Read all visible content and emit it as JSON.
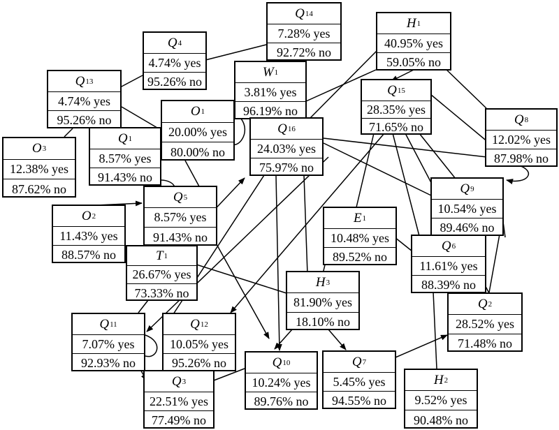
{
  "nodes": {
    "q14": {
      "name": "Q",
      "sub": "14",
      "yes": "7.28% yes",
      "no": "92.72% no"
    },
    "q4": {
      "name": "Q",
      "sub": "4",
      "yes": "4.74% yes",
      "no": "95.26% no"
    },
    "h1": {
      "name": "H",
      "sub": "1",
      "yes": "40.95% yes",
      "no": "59.05% no"
    },
    "q13": {
      "name": "Q",
      "sub": "13",
      "yes": "4.74% yes",
      "no": "95.26% no"
    },
    "w1": {
      "name": "W",
      "sub": "1",
      "yes": "3.81% yes",
      "no": "96.19% no"
    },
    "q15": {
      "name": "Q",
      "sub": "15",
      "yes": "28.35% yes",
      "no": "71.65% no"
    },
    "o1": {
      "name": "O",
      "sub": "1",
      "yes": "20.00% yes",
      "no": "80.00% no"
    },
    "q16": {
      "name": "Q",
      "sub": "16",
      "yes": "24.03% yes",
      "no": "75.97% no"
    },
    "q8": {
      "name": "Q",
      "sub": "8",
      "yes": "12.02% yes",
      "no": "87.98% no"
    },
    "o3": {
      "name": "O",
      "sub": "3",
      "yes": "12.38% yes",
      "no": "87.62% no"
    },
    "q1": {
      "name": "Q",
      "sub": "1",
      "yes": "8.57% yes",
      "no": "91.43% no"
    },
    "q9": {
      "name": "Q",
      "sub": "9",
      "yes": "10.54% yes",
      "no": "89.46% no"
    },
    "q5": {
      "name": "Q",
      "sub": "5",
      "yes": "8.57% yes",
      "no": "91.43% no"
    },
    "o2": {
      "name": "O",
      "sub": "2",
      "yes": "11.43% yes",
      "no": "88.57% no"
    },
    "e1": {
      "name": "E",
      "sub": "1",
      "yes": "10.48% yes",
      "no": "89.52% no"
    },
    "q6": {
      "name": "Q",
      "sub": "6",
      "yes": "11.61% yes",
      "no": "88.39% no"
    },
    "t1": {
      "name": "T",
      "sub": "1",
      "yes": "26.67% yes",
      "no": "73.33% no"
    },
    "h3": {
      "name": "H",
      "sub": "3",
      "yes": "81.90% yes",
      "no": "18.10% no"
    },
    "q2": {
      "name": "Q",
      "sub": "2",
      "yes": "28.52% yes",
      "no": "71.48% no"
    },
    "q11": {
      "name": "Q",
      "sub": "11",
      "yes": "7.07% yes",
      "no": "92.93% no"
    },
    "q12": {
      "name": "Q",
      "sub": "12",
      "yes": "10.05% yes",
      "no": "95.26% no"
    },
    "q10": {
      "name": "Q",
      "sub": "10",
      "yes": "10.24% yes",
      "no": "89.76% no"
    },
    "q7": {
      "name": "Q",
      "sub": "7",
      "yes": "5.45% yes",
      "no": "94.55% no"
    },
    "h2": {
      "name": "H",
      "sub": "2",
      "yes": "9.52% yes",
      "no": "90.48% no"
    },
    "q3": {
      "name": "Q",
      "sub": "3",
      "yes": "22.51% yes",
      "no": "77.49% no"
    }
  }
}
